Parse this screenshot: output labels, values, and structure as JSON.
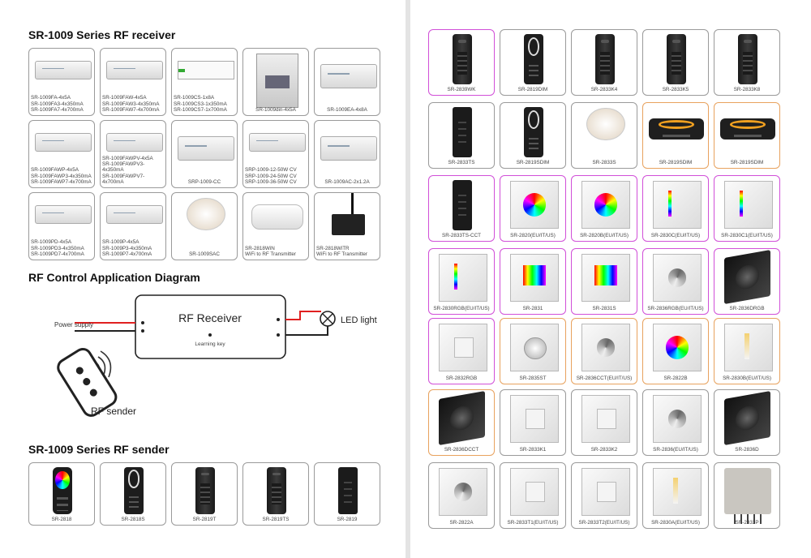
{
  "left": {
    "receiver_heading": "SR-1009 Series RF receiver",
    "receivers": [
      {
        "label": "SR-1009FA-4x5A\nSR-1009FA3-4x350mA\nSR-1009FA7-4x700mA",
        "shape": "box"
      },
      {
        "label": "SR-1009FAW-4x5A\nSR-1009FAW3-4x350mA\nSR-1009FAW7-4x700mA",
        "shape": "box"
      },
      {
        "label": "SR-1009CS-1x8A\nSR-1009CS3-1x350mA\nSR-1009CS7-1x700mA",
        "shape": "relay"
      },
      {
        "label": "SR-1009din-4x5A",
        "shape": "din"
      },
      {
        "label": "SR-1009EA-4x8A",
        "shape": "box"
      },
      {
        "label": "SR-1009FAWP-4x5A\nSR-1009FAWP3-4x350mA\nSR-1009FAWP7-4x700mA",
        "shape": "box"
      },
      {
        "label": "SR-1009FAWPV-4x5A\nSR-1009FAWPV3-4x350mA\nSR-1009FAWPV7-4x700mA",
        "shape": "box"
      },
      {
        "label": "SRP-1009-CC",
        "shape": "box"
      },
      {
        "label": "SRP-1009-12-50W CV\nSRP-1009-24-50W CV\nSRP-1009-36-50W CV",
        "shape": "box"
      },
      {
        "label": "SR-1009AC-2x1.2A",
        "shape": "box"
      },
      {
        "label": "SR-1009PD-4x5A\nSR-1009PD3-4x350mA\nSR-1009PD7-4x700mA",
        "shape": "box"
      },
      {
        "label": "SR-1009P-4x5A\nSR-1009P3-4x350mA\nSR-1009P7-4x700mA",
        "shape": "box"
      },
      {
        "label": "SR-1009SAC",
        "shape": "puck"
      },
      {
        "label": "SR-2818WiN\nWiFi to RF Transmitter",
        "shape": "wifi"
      },
      {
        "label": "SR-2818WiTR\nWiFi to RF Transmitter",
        "shape": "wifi-rf"
      }
    ],
    "diagram_heading": "RF Control Application Diagram",
    "diagram": {
      "receiver_label": "RF Receiver",
      "learning_key": "Learning key",
      "power_supply": "Power supply",
      "led_light": "LED light",
      "rf_sender": "RF sender"
    },
    "sender_heading": "SR-1009 Series RF sender",
    "senders": [
      {
        "label": "SR-2818",
        "shape": "wheel-remote"
      },
      {
        "label": "SR-2818S",
        "shape": "touch-remote"
      },
      {
        "label": "SR-2819T",
        "shape": "remote"
      },
      {
        "label": "SR-2819TS",
        "shape": "remote"
      },
      {
        "label": "SR-2819",
        "shape": "slim-remote"
      }
    ]
  },
  "right": {
    "products": [
      {
        "label": "SR-2839WK",
        "shape": "remote",
        "border": "magenta"
      },
      {
        "label": "SR-2819DIM",
        "shape": "touch-remote",
        "border": "gray"
      },
      {
        "label": "SR-2833K4",
        "shape": "remote",
        "border": "gray"
      },
      {
        "label": "SR-2833K5",
        "shape": "remote",
        "border": "gray"
      },
      {
        "label": "SR-2833K8",
        "shape": "remote",
        "border": "gray"
      },
      {
        "label": "SR-2833TS",
        "shape": "slim-remote",
        "border": "gray"
      },
      {
        "label": "SR-2819SDIM",
        "shape": "touch-remote",
        "border": "gray"
      },
      {
        "label": "SR-2833S",
        "shape": "puck",
        "border": "gray"
      },
      {
        "label": "SR-2819SDIM",
        "shape": "dark-wheel",
        "border": "orange"
      },
      {
        "label": "SR-2819SDIM",
        "shape": "dark-wheel",
        "border": "orange"
      },
      {
        "label": "SR-2833TS-CCT",
        "shape": "slim-remote",
        "border": "magenta"
      },
      {
        "label": "SR-2820(EU/IT/US)",
        "shape": "panel wheel",
        "border": "magenta"
      },
      {
        "label": "SR-2820B(EU/IT/US)",
        "shape": "panel wheel",
        "border": "magenta"
      },
      {
        "label": "SR-2830C(EU/IT/US)",
        "shape": "panel rgbbars",
        "border": "magenta"
      },
      {
        "label": "SR-2830C1(EU/IT/US)",
        "shape": "panel rgbbars",
        "border": "magenta"
      },
      {
        "label": "SR-2830RGB(EU/IT/US)",
        "shape": "panel rgbbars",
        "border": "magenta"
      },
      {
        "label": "SR-2831",
        "shape": "panel grid",
        "border": "magenta"
      },
      {
        "label": "SR-2831S",
        "shape": "panel grid",
        "border": "magenta"
      },
      {
        "label": "SR-2836RGB(EU/IT/US)",
        "shape": "panel sensor",
        "border": "magenta"
      },
      {
        "label": "SR-2836DRGB",
        "shape": "black-dimmer",
        "border": "magenta"
      },
      {
        "label": "SR-2832RGB",
        "shape": "panel switch",
        "border": "magenta"
      },
      {
        "label": "SR-2835ST",
        "shape": "panel knob",
        "border": "orange"
      },
      {
        "label": "SR-2836CCT(EU/IT/US)",
        "shape": "panel sensor",
        "border": "orange"
      },
      {
        "label": "SR-2822B",
        "shape": "panel wheel",
        "border": "orange"
      },
      {
        "label": "SR-2830B(EU/IT/US)",
        "shape": "panel bars",
        "border": "orange"
      },
      {
        "label": "SR-2836DCCT",
        "shape": "black-dimmer",
        "border": "orange"
      },
      {
        "label": "SR-2833K1",
        "shape": "panel switch",
        "border": "gray"
      },
      {
        "label": "SR-2833K2",
        "shape": "panel switch",
        "border": "gray"
      },
      {
        "label": "SR-2836(EU/IT/US)",
        "shape": "panel sensor",
        "border": "gray"
      },
      {
        "label": "SR-2836D",
        "shape": "black-dimmer",
        "border": "gray"
      },
      {
        "label": "SR-2822A",
        "shape": "panel sensor",
        "border": "gray"
      },
      {
        "label": "SR-2833T1(EU/IT/US)",
        "shape": "panel switch",
        "border": "gray"
      },
      {
        "label": "SR-2833T2(EU/IT/US)",
        "shape": "panel switch",
        "border": "gray"
      },
      {
        "label": "SR-2830A(EU/IT/US)",
        "shape": "panel bars",
        "border": "gray"
      },
      {
        "label": "SR-2833P",
        "shape": "micro-panel",
        "border": "gray"
      }
    ]
  }
}
